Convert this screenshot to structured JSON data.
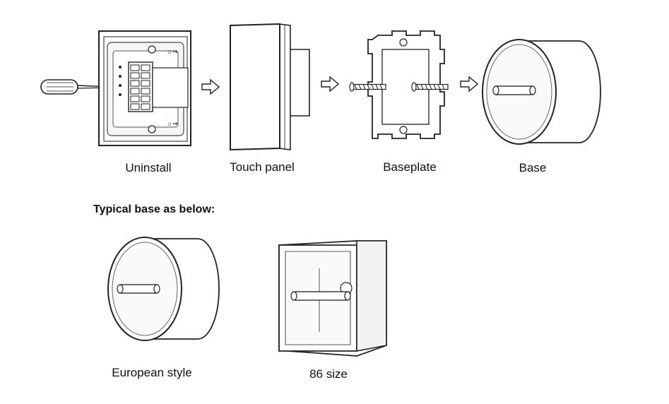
{
  "steps": [
    {
      "label": "Uninstall"
    },
    {
      "label": "Touch panel"
    },
    {
      "label": "Baseplate"
    },
    {
      "label": "Base"
    }
  ],
  "section_heading": "Typical base as below:",
  "typical_bases": [
    {
      "label": "European style"
    },
    {
      "label": "86 size"
    }
  ]
}
